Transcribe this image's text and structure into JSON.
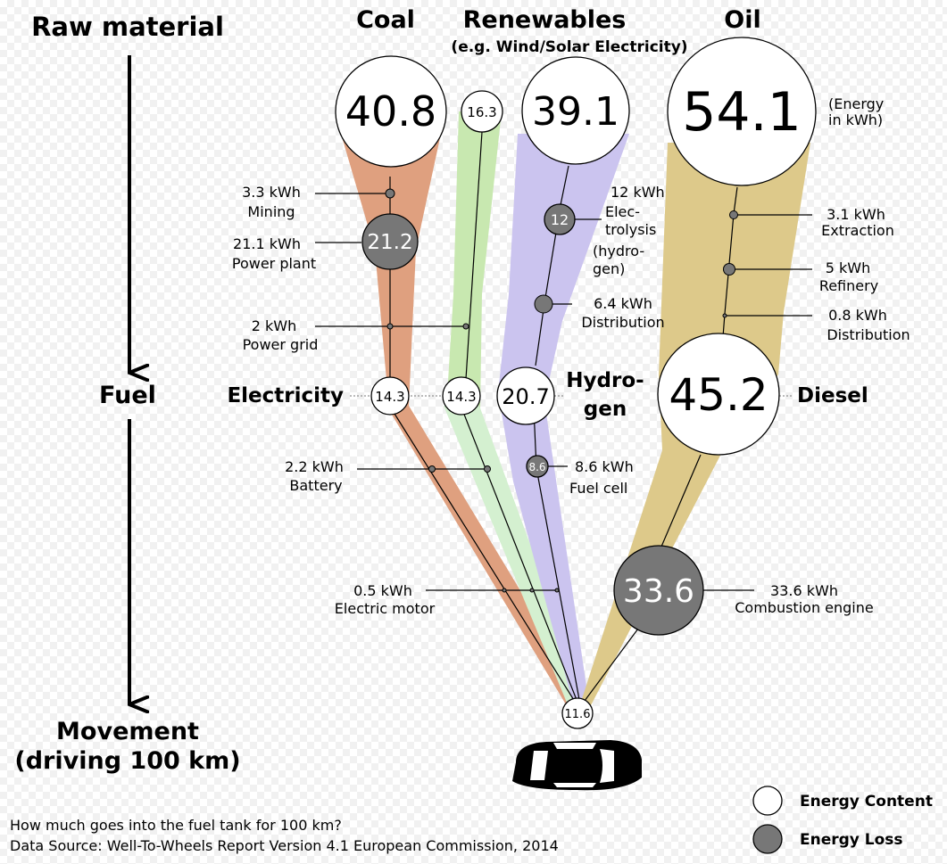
{
  "stages": {
    "raw_material": "Raw material",
    "fuel": "Fuel",
    "movement_line1": "Movement",
    "movement_line2": "(driving 100 km)"
  },
  "sources": {
    "coal": "Coal",
    "renewables": "Renewables",
    "renewables_sub": "(e.g. Wind/Solar Electricity)",
    "oil": "Oil",
    "unit_note_line1": "(Energy",
    "unit_note_line2": "in kWh)"
  },
  "fuels": {
    "electricity": "Electricity",
    "hydrogen_line1": "Hydro-",
    "hydrogen_line2": "gen",
    "diesel": "Diesel"
  },
  "nodes": {
    "coal_raw": "40.8",
    "renew_elec_raw": "16.3",
    "renew_h2_raw": "39.1",
    "oil_raw": "54.1",
    "power_plant_loss": "21.2",
    "electrolysis_loss": "12",
    "coal_electricity": "14.3",
    "renew_electricity": "14.3",
    "hydrogen": "20.7",
    "diesel": "45.2",
    "fuel_cell_loss": "8.6",
    "combustion_loss": "33.6",
    "movement": "11.6"
  },
  "losses": {
    "mining_value": "3.3 kWh",
    "mining_label": "Mining",
    "power_plant_value": "21.1 kWh",
    "power_plant_label": "Power plant",
    "power_grid_value": "2 kWh",
    "power_grid_label": "Power grid",
    "battery_value": "2.2 kWh",
    "battery_label": "Battery",
    "motor_value": "0.5 kWh",
    "motor_label": "Electric motor",
    "electrolysis_value": "12 kWh",
    "electrolysis_l1": "Elec-",
    "electrolysis_l2": "trolysis",
    "electrolysis_l3": "(hydro-",
    "electrolysis_l4": "gen)",
    "h2_distribution_value": "6.4 kWh",
    "h2_distribution_label": "Distribution",
    "fuel_cell_value": "8.6 kWh",
    "fuel_cell_label": "Fuel cell",
    "extraction_value": "3.1 kWh",
    "extraction_label": "Extraction",
    "refinery_value": "5 kWh",
    "refinery_label": "Refinery",
    "oil_distribution_value": "0.8 kWh",
    "oil_distribution_label": "Distribution",
    "combustion_value": "33.6 kWh",
    "combustion_label": "Combustion engine"
  },
  "legend": {
    "content": "Energy Content",
    "loss": "Energy Loss"
  },
  "footer": {
    "question": "How much goes into the fuel tank for 100 km?",
    "source": "Data Source: Well-To-Wheels Report Version 4.1 European Commission, 2014"
  },
  "colors": {
    "coal": "#dfa07f",
    "renewables": "#c8e8b0",
    "renewables_light": "#d4f0d0",
    "hydrogen": "#cbc4ef",
    "oil": "#ddc98a",
    "loss": "#777777",
    "content": "#ffffff"
  }
}
